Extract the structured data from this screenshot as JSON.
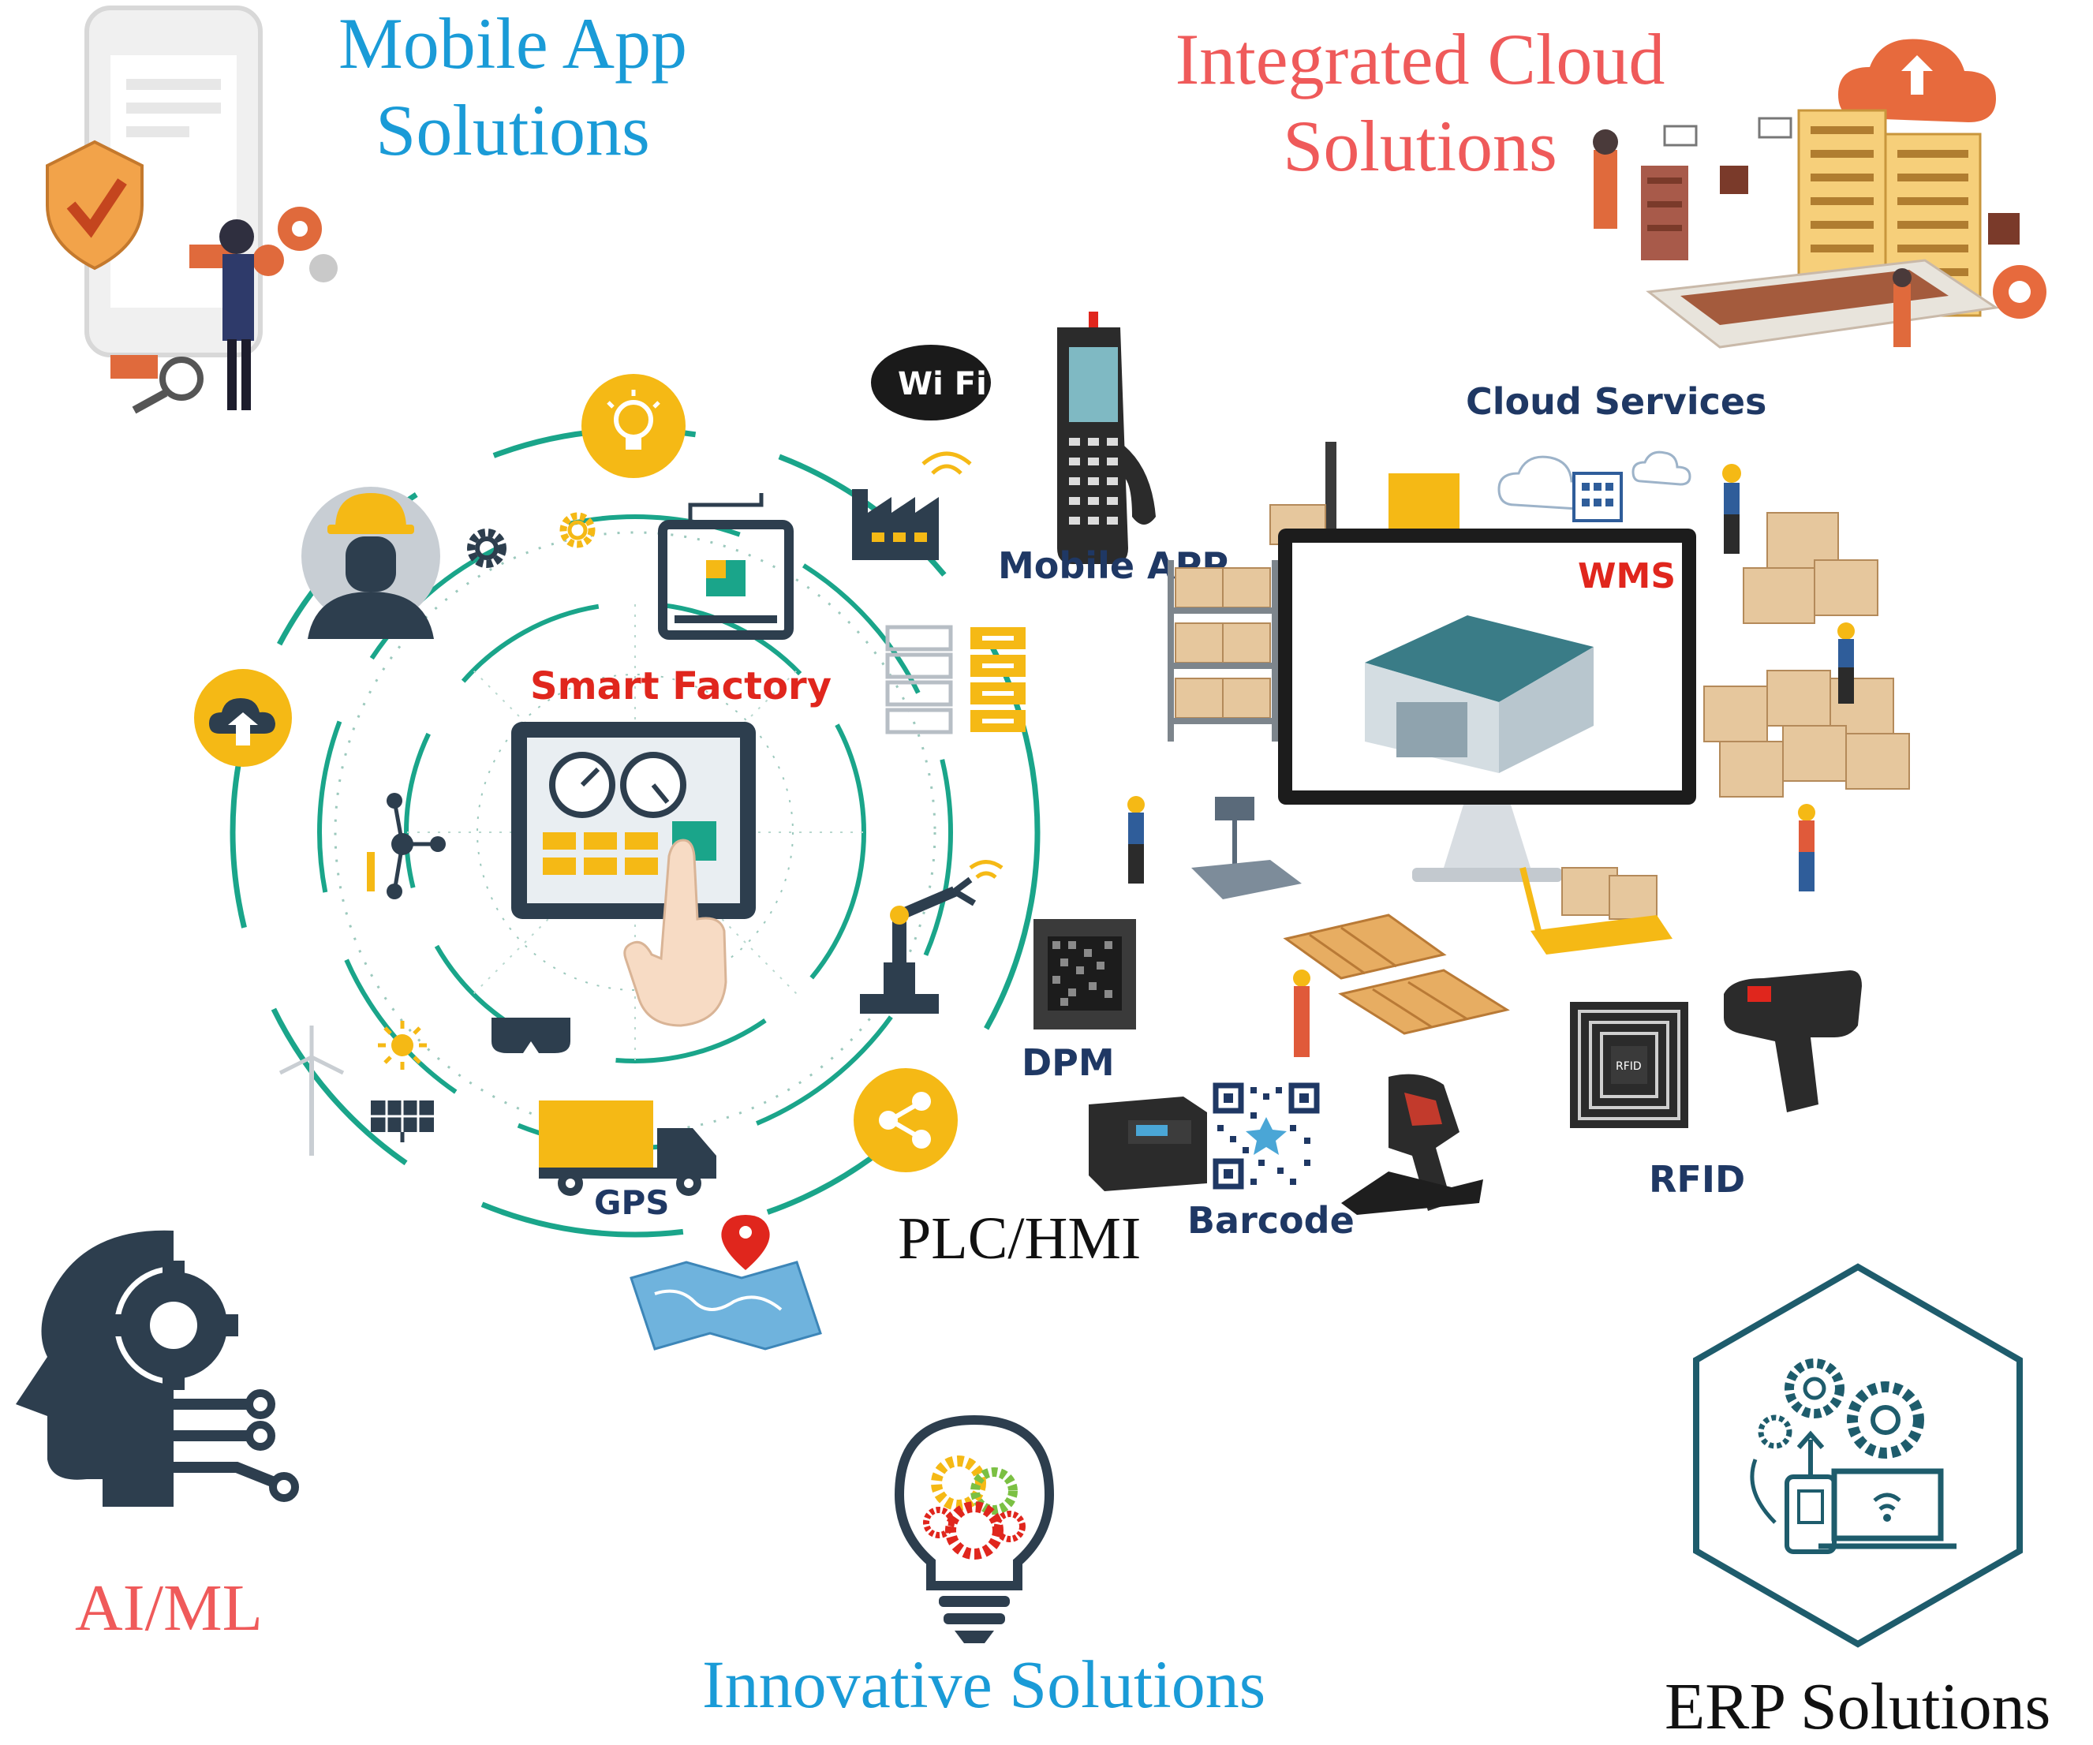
{
  "headings": {
    "mobile_app_line1": "Mobile App",
    "mobile_app_line2": "Solutions",
    "cloud_line1": "Integrated Cloud",
    "cloud_line2": "Solutions",
    "ai_ml": "AI/ML",
    "innovative": "Innovative Solutions",
    "erp": "ERP Solutions",
    "plc_hmi": "PLC/HMI"
  },
  "labels": {
    "smart_factory": "Smart Factory",
    "gps": "GPS",
    "mobile_app": "Mobile APP",
    "cloud_services": "Cloud Services",
    "wms": "WMS",
    "dpm": "DPM",
    "barcode": "Barcode",
    "rfid": "RFID",
    "wifi_logo": "Wi Fi",
    "rfid_tag": "RFID"
  },
  "colors": {
    "blue_heading": "#1a9bd7",
    "red_heading": "#ef5a5a",
    "navy_label": "#1f3864",
    "red_label": "#e0261d",
    "teal_ring": "#1aa58a",
    "yellow_icon": "#f5b915",
    "dark_slate": "#2d3e4e",
    "erp_teal": "#1e5c6c"
  },
  "icons": [
    "mobile-app-illustration",
    "cloud-illustration",
    "lightbulb-icon",
    "worker-icon",
    "gear-icon",
    "3d-printer-icon",
    "factory-wifi-icon",
    "server-rack-icon",
    "cloud-upload-icon",
    "network-nodes-icon",
    "hmi-touch-panel-icon",
    "robot-arm-icon",
    "wind-turbine-icon",
    "sun-icon",
    "solar-panel-icon",
    "vr-headset-icon",
    "truck-icon",
    "share-icon",
    "map-pin-icon",
    "handheld-scanner-icon",
    "wifi-logo-icon",
    "warehouse-monitor-icon",
    "dpm-code-icon",
    "label-printer-icon",
    "qr-code-icon",
    "barcode-scanner-icon",
    "rfid-tag-icon",
    "rfid-reader-icon",
    "ai-head-gear-icon",
    "innovation-bulb-icon",
    "erp-hexagon-icon"
  ]
}
